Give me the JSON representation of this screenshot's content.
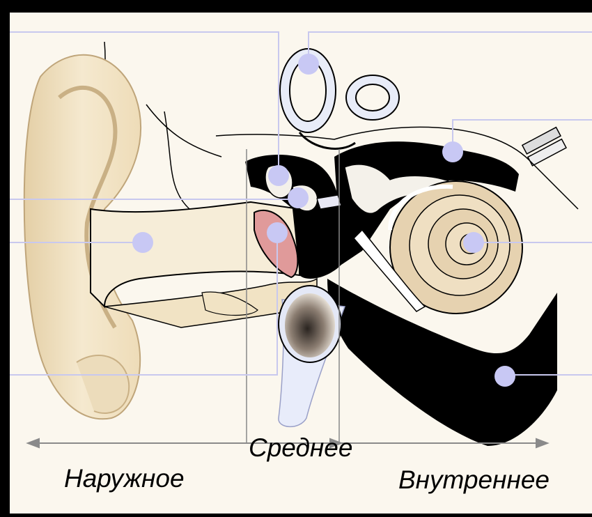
{
  "regions": {
    "outer": "Наружное",
    "middle": "Среднее",
    "inner": "Внутреннее"
  },
  "colors": {
    "skin": "#f3e6c8",
    "skin_shade": "#e2cca0",
    "cochlea": "#e6d2b0",
    "eardrum": "#e09a9a",
    "bone_black": "#000000",
    "background_panel": "#fbf7ee",
    "leader_line": "#c8c8ee",
    "marker": "#c8c8f4",
    "axis_arrow": "#8a8a8a"
  }
}
